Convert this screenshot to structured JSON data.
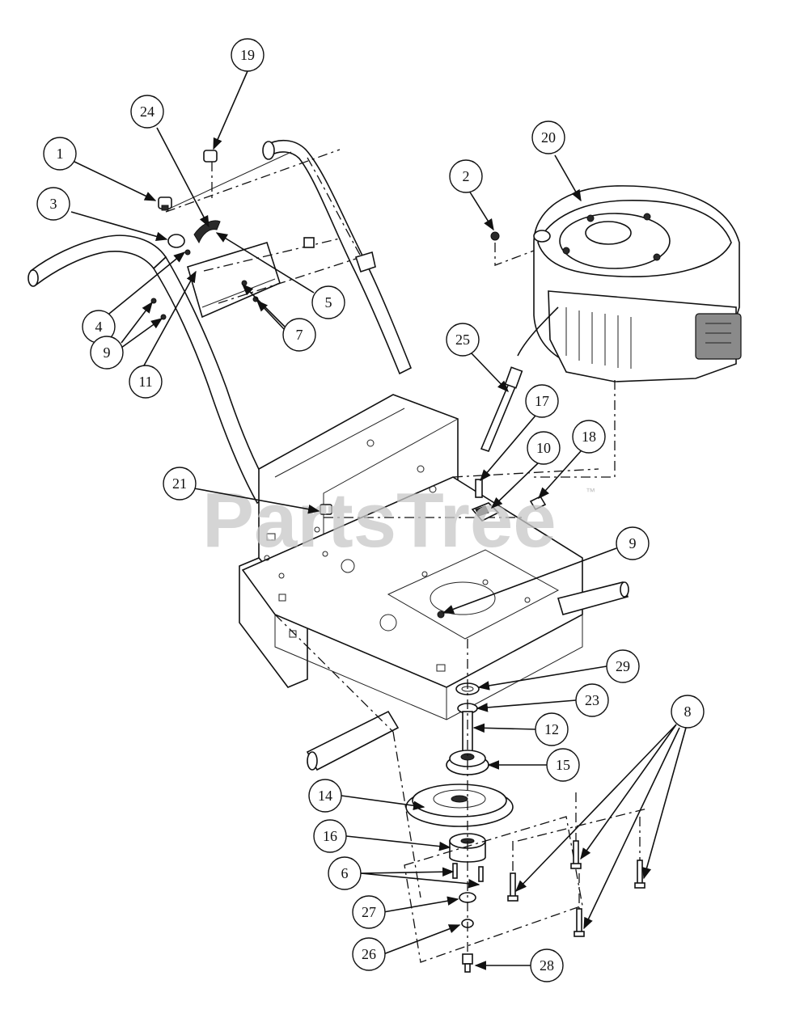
{
  "watermark": {
    "text": "PartsTree",
    "trademark": "™"
  },
  "callouts": [
    {
      "id": "c1",
      "label": "1"
    },
    {
      "id": "c2",
      "label": "2"
    },
    {
      "id": "c3",
      "label": "3"
    },
    {
      "id": "c4",
      "label": "4"
    },
    {
      "id": "c5",
      "label": "5"
    },
    {
      "id": "c6",
      "label": "6"
    },
    {
      "id": "c7",
      "label": "7"
    },
    {
      "id": "c8",
      "label": "8"
    },
    {
      "id": "c9a",
      "label": "9"
    },
    {
      "id": "c9b",
      "label": "9"
    },
    {
      "id": "c10",
      "label": "10"
    },
    {
      "id": "c11",
      "label": "11"
    },
    {
      "id": "c12",
      "label": "12"
    },
    {
      "id": "c14",
      "label": "14"
    },
    {
      "id": "c15",
      "label": "15"
    },
    {
      "id": "c16",
      "label": "16"
    },
    {
      "id": "c17",
      "label": "17"
    },
    {
      "id": "c18",
      "label": "18"
    },
    {
      "id": "c19",
      "label": "19"
    },
    {
      "id": "c20",
      "label": "20"
    },
    {
      "id": "c21",
      "label": "21"
    },
    {
      "id": "c23",
      "label": "23"
    },
    {
      "id": "c24",
      "label": "24"
    },
    {
      "id": "c25",
      "label": "25"
    },
    {
      "id": "c26",
      "label": "26"
    },
    {
      "id": "c27",
      "label": "27"
    },
    {
      "id": "c28",
      "label": "28"
    },
    {
      "id": "c29",
      "label": "29"
    }
  ]
}
